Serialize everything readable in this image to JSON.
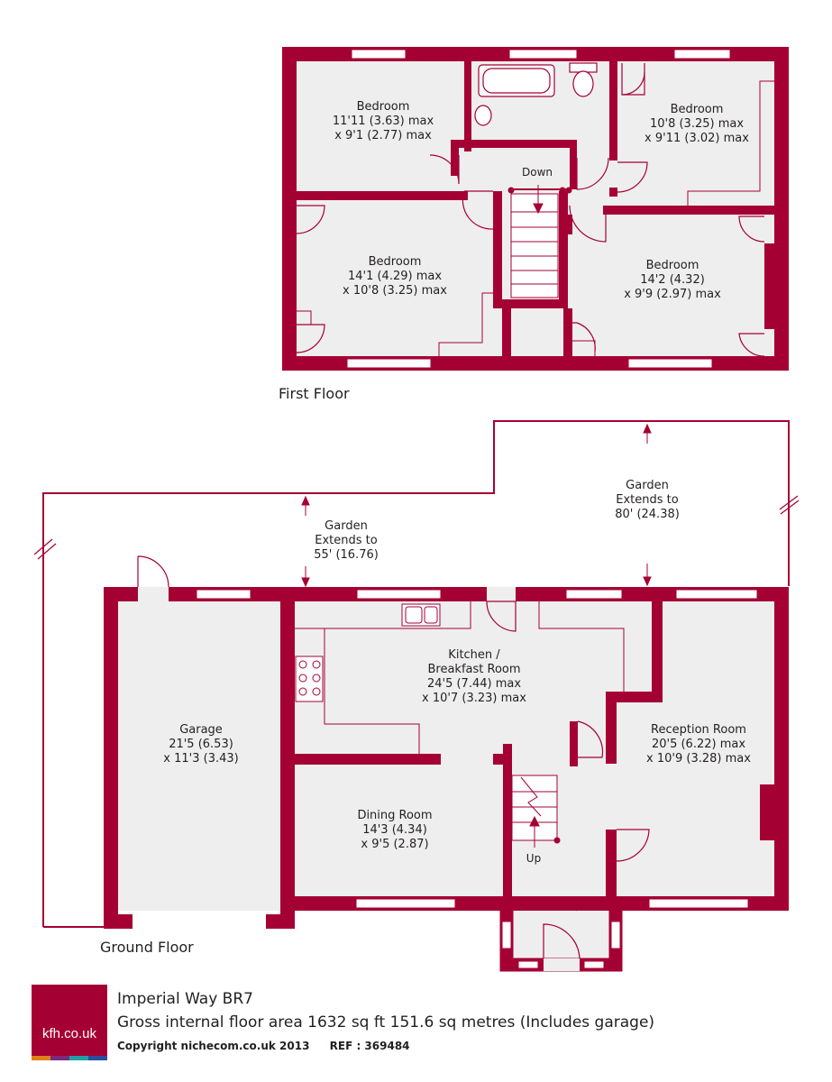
{
  "colors": {
    "wall": "#a50034",
    "floor": "#eeeeef",
    "line": "#a50034",
    "text": "#231f20"
  },
  "first_floor": {
    "title": "First Floor",
    "stairs_label": "Down",
    "rooms": [
      {
        "id": "bed-nw",
        "name": "Bedroom",
        "dim1": "11'11 (3.63) max",
        "dim2": "x 9'1 (2.77) max"
      },
      {
        "id": "bed-ne",
        "name": "Bedroom",
        "dim1": "10'8 (3.25) max",
        "dim2": "x 9'11 (3.02) max"
      },
      {
        "id": "bed-sw",
        "name": "Bedroom",
        "dim1": "14'1 (4.29) max",
        "dim2": "x 10'8 (3.25) max"
      },
      {
        "id": "bed-se",
        "name": "Bedroom",
        "dim1": "14'2 (4.32)",
        "dim2": "x 9'9 (2.97) max"
      }
    ]
  },
  "ground_floor": {
    "title": "Ground Floor",
    "stairs_label": "Up",
    "rooms": [
      {
        "id": "garage",
        "name": "Garage",
        "dim1": "21'5 (6.53)",
        "dim2": "x 11'3 (3.43)"
      },
      {
        "id": "kitchen",
        "name": "Kitchen /",
        "name2": "Breakfast Room",
        "dim1": "24'5 (7.44) max",
        "dim2": "x 10'7 (3.23) max"
      },
      {
        "id": "dining",
        "name": "Dining Room",
        "dim1": "14'3 (4.34)",
        "dim2": "x 9'5 (2.87)"
      },
      {
        "id": "reception",
        "name": "Reception Room",
        "dim1": "20'5 (6.22) max",
        "dim2": "x 10'9 (3.28) max"
      }
    ],
    "gardens": [
      {
        "id": "garden-left",
        "line1": "Garden",
        "line2": "Extends to",
        "line3": "55' (16.76)"
      },
      {
        "id": "garden-right",
        "line1": "Garden",
        "line2": "Extends to",
        "line3": "80' (24.38)"
      }
    ]
  },
  "footer": {
    "logo_text": "kfh.co.uk",
    "logo_stripes": [
      "#e0801b",
      "#7a2b7e",
      "#1f9fa3",
      "#2b4fa0"
    ],
    "title": "Imperial Way BR7",
    "area": "Gross internal floor area 1632 sq ft 151.6 sq metres (Includes garage)",
    "copyright": "Copyright nichecom.co.uk 2013",
    "ref": "REF : 369484"
  }
}
